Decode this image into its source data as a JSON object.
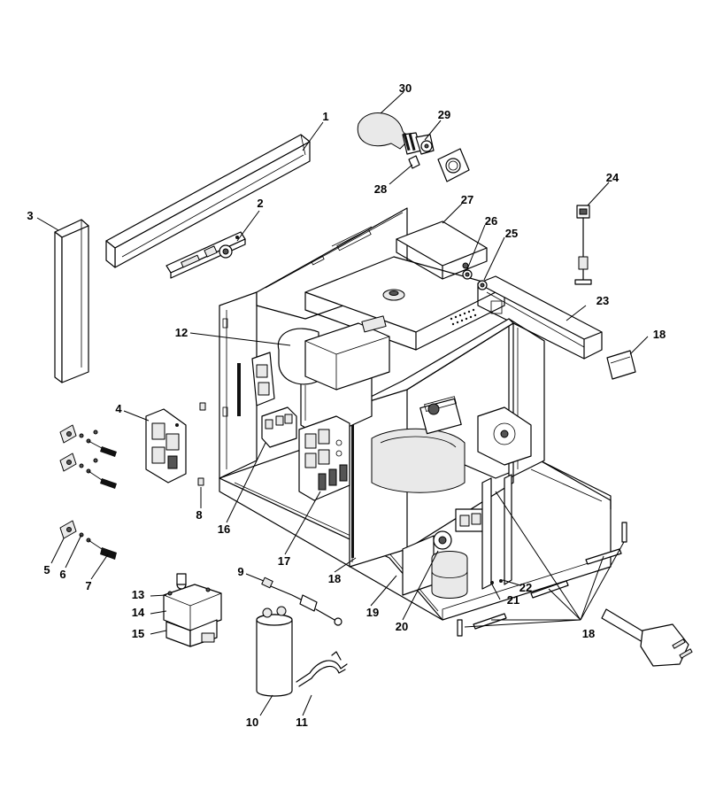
{
  "diagram": {
    "callouts": [
      {
        "id": "1",
        "text": "1"
      },
      {
        "id": "2",
        "text": "2"
      },
      {
        "id": "3",
        "text": "3"
      },
      {
        "id": "4",
        "text": "4"
      },
      {
        "id": "5",
        "text": "5"
      },
      {
        "id": "6",
        "text": "6"
      },
      {
        "id": "7",
        "text": "7"
      },
      {
        "id": "8",
        "text": "8"
      },
      {
        "id": "9",
        "text": "9"
      },
      {
        "id": "10",
        "text": "10"
      },
      {
        "id": "11",
        "text": "11"
      },
      {
        "id": "12",
        "text": "12"
      },
      {
        "id": "13",
        "text": "13"
      },
      {
        "id": "14",
        "text": "14"
      },
      {
        "id": "15",
        "text": "15"
      },
      {
        "id": "16",
        "text": "16"
      },
      {
        "id": "17",
        "text": "17"
      },
      {
        "id": "18a",
        "text": "18"
      },
      {
        "id": "18b",
        "text": "18"
      },
      {
        "id": "18c",
        "text": "18"
      },
      {
        "id": "19",
        "text": "19"
      },
      {
        "id": "20",
        "text": "20"
      },
      {
        "id": "21",
        "text": "21"
      },
      {
        "id": "22",
        "text": "22"
      },
      {
        "id": "23",
        "text": "23"
      },
      {
        "id": "24",
        "text": "24"
      },
      {
        "id": "25",
        "text": "25"
      },
      {
        "id": "26",
        "text": "26"
      },
      {
        "id": "27",
        "text": "27"
      },
      {
        "id": "28",
        "text": "28"
      },
      {
        "id": "29",
        "text": "29"
      },
      {
        "id": "30",
        "text": "30"
      }
    ]
  }
}
